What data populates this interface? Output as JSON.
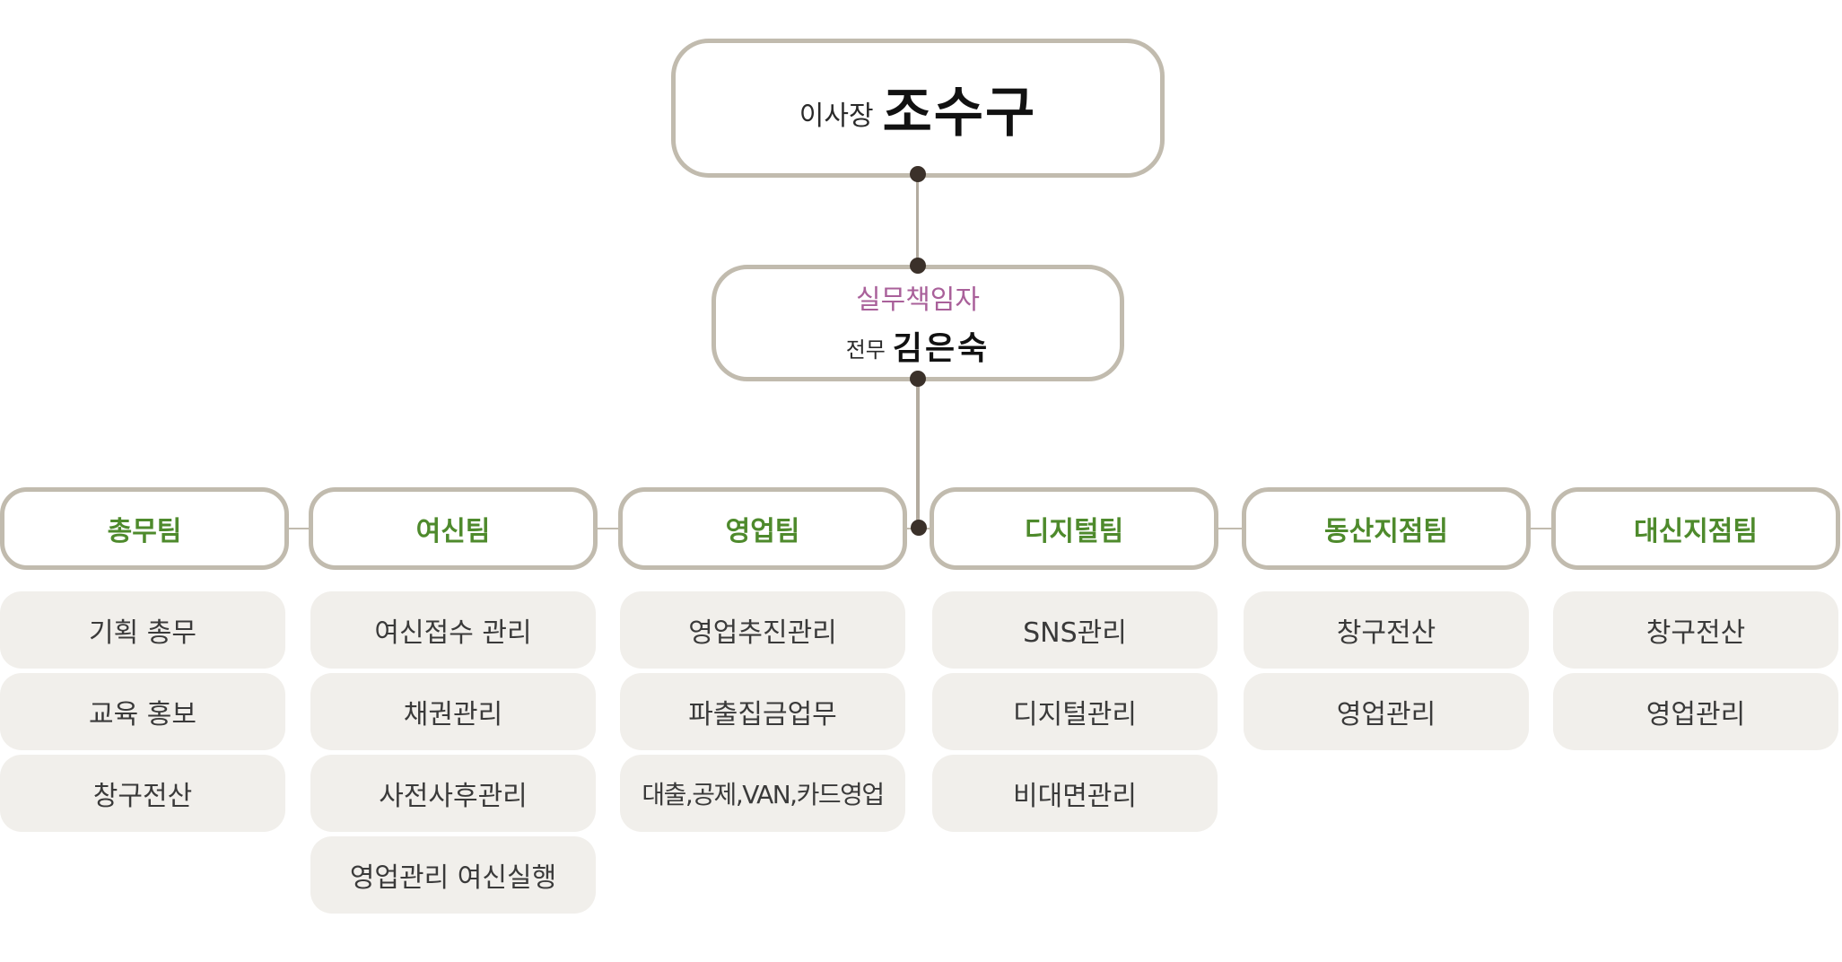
{
  "chair": {
    "role": "이사장",
    "name": "조수구"
  },
  "executive": {
    "title": "실무책임자",
    "role": "전무",
    "name": "김은숙"
  },
  "teams": [
    {
      "name": "총무팀",
      "duties": [
        "기획 총무",
        "교육 홍보",
        "창구전산"
      ]
    },
    {
      "name": "여신팀",
      "duties": [
        "여신접수 관리",
        "채권관리",
        "사전사후관리",
        "영업관리 여신실행"
      ]
    },
    {
      "name": "영업팀",
      "duties": [
        "영업추진관리",
        "파출집금업무",
        "대출,공제,VAN,카드영업"
      ]
    },
    {
      "name": "디지털팀",
      "duties": [
        "SNS관리",
        "디지털관리",
        "비대면관리"
      ]
    },
    {
      "name": "동산지점팀",
      "duties": [
        "창구전산",
        "영업관리"
      ]
    },
    {
      "name": "대신지점팀",
      "duties": [
        "창구전산",
        "영업관리"
      ]
    }
  ],
  "colors": {
    "border": "#c1bbae",
    "team_text": "#4e8a2c",
    "exec_title": "#a9609a",
    "duty_bg": "#f1efeb",
    "node_dot": "#3b312a"
  }
}
